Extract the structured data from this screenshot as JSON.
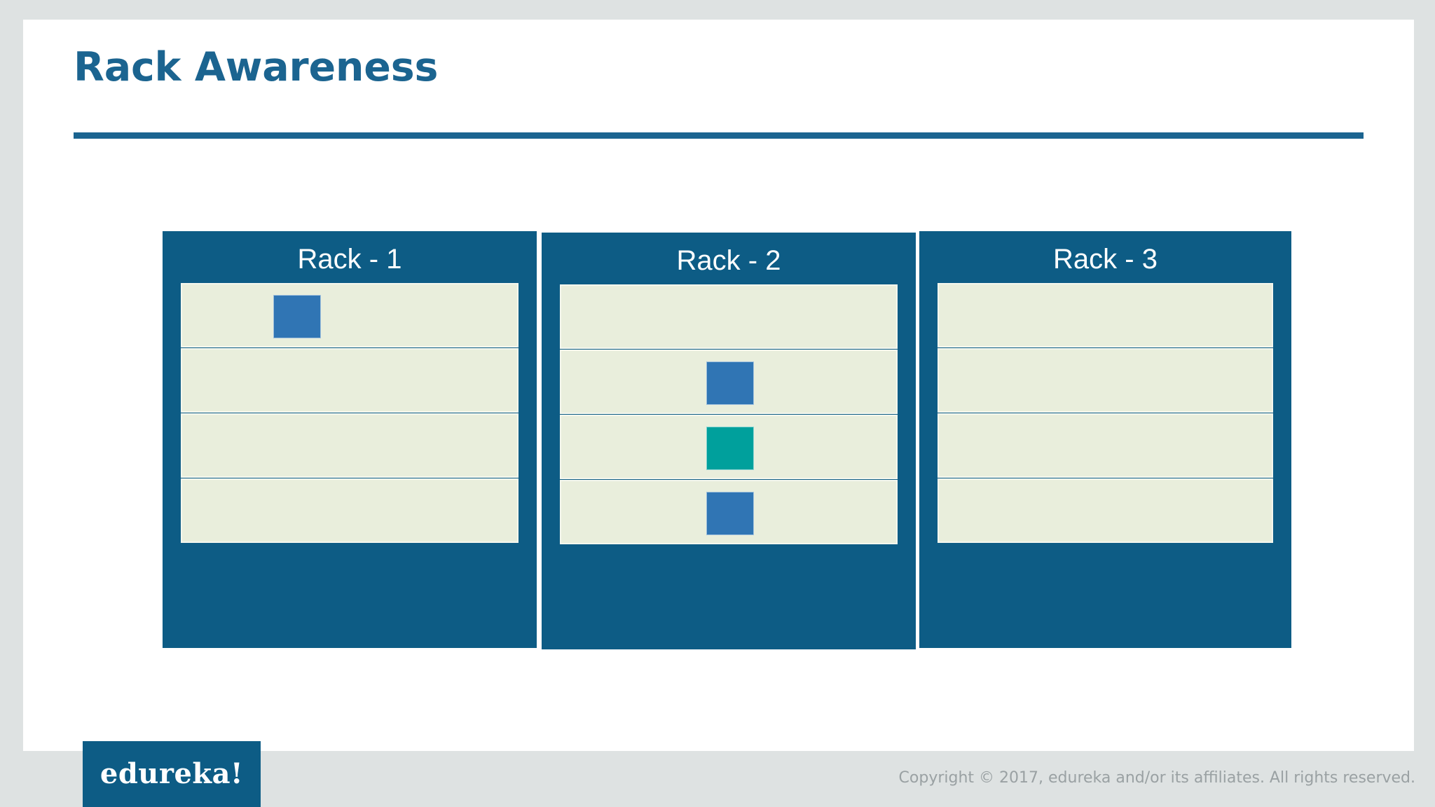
{
  "slide": {
    "title": "Rack Awareness",
    "accent_color": "#1b6490",
    "background_color": "#ffffff",
    "outer_background_color": "#dee2e2"
  },
  "racks": [
    {
      "label": "Rack - 1",
      "slot_count": 4,
      "blocks": [
        {
          "slot_index": 0,
          "color_name": "blue",
          "color": "#3075b4"
        }
      ]
    },
    {
      "label": "Rack - 2",
      "slot_count": 4,
      "blocks": [
        {
          "slot_index": 1,
          "color_name": "blue",
          "color": "#3075b4"
        },
        {
          "slot_index": 2,
          "color_name": "teal",
          "color": "#00a09c"
        },
        {
          "slot_index": 3,
          "color_name": "blue",
          "color": "#3075b4"
        }
      ]
    },
    {
      "label": "Rack - 3",
      "slot_count": 4,
      "blocks": []
    }
  ],
  "rack_theme": {
    "frame_color": "#0d5c85",
    "slot_color": "#e9eedc",
    "slot_border_color": "#f4f7ee",
    "title_color": "#ffffff"
  },
  "footer": {
    "logo_text": "edureka!",
    "logo_background": "#0d5c85",
    "copyright": "Copyright © 2017, edureka and/or its affiliates. All rights reserved.",
    "copyright_color": "#9aa1a3"
  }
}
